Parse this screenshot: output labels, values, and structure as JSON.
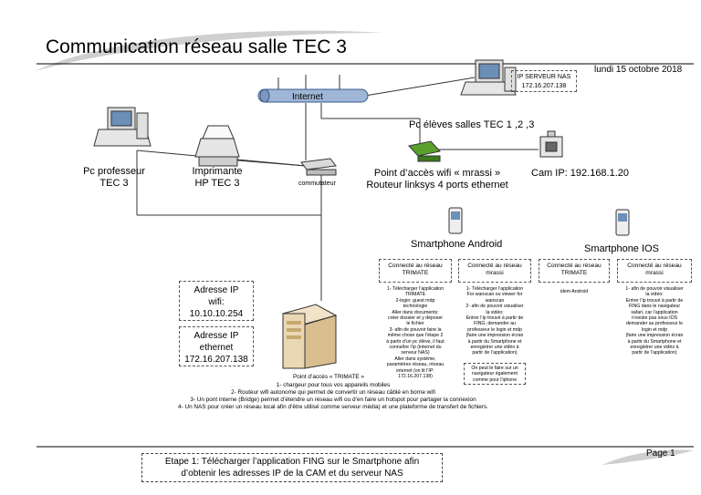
{
  "title": "Communication réseau salle TEC 3",
  "date": "lundi 15 octobre 2018",
  "nas_ip_label": "IP SERVEUR NAS\n172.16.207.138",
  "internet_label": "Internet",
  "pc_eleves": "Pc élèves salles TEC 1 ,2 ,3",
  "pc_prof": "Pc professeur\nTEC 3",
  "imprimante": "Imprimante\nHP TEC 3",
  "commutateur": "commutateur",
  "wifi_ap": "Point d’accès wifi « mrassi »\nRouteur linksys 4 ports ethernet",
  "cam": "Cam IP: 192.168.1.20",
  "smartphone_android": "Smartphone Android",
  "smartphone_ios": "Smartphone IOS",
  "android_col1_header": "Connecté au réseau\nTRIMATE",
  "android_col2_header": "Connecté au réseau\nmrassi",
  "ios_col1_header": "Connecté au réseau\nTRIMATE",
  "ios_col2_header": "Connecté au réseau\nmrassi",
  "android_col1_text": "1- Télécharger l’application\nTRIMATE\n2-login: guest mdp\ntechnologie\nAller dans documents:\ncréer dossier et y déposer\nle fichier\n3- afin de pouvoir faire la\nmême chose que l’étape 2\nà partir d’un pc élève, il faut\nconnaître l’ip (internet du\nserveur NAS)\nAller dans système,\nparamètres réseau, réseau\ninternet (on lit l’IP:\n172.16.207.138)",
  "android_col2_text": "1- Télécharger l’application\nFor wanscan ou viewer for\nwanscan\n2- afin de pouvoir visualiser\nla vidéo:\nEntrer l’ip trouvé à partir de\nFING, demander au\nprofesseur le login et mdp\n(faire une impression écran\nà partir du Smartphone et\nenregistrer une vidéo à\npartir de l’application)",
  "android_col2_note": "On peut le faire sur un\nnavigateur également\ncomme pour l’iphone",
  "ios_col1_text": "idem Android",
  "ios_col2_text": "1- afin de pouvoir visualiser\nla vidéo:\nEntrer l’ip trouvé à partir de\nFING dans le navigateur\nsafari, car l’application\nn’existe pas sous IOS\ndemander au professeur le\nlogin et mdp\n(faire une impression écran\nà partir du Smartphone et\nenregistrer une vidéo à\npartir de l’application)",
  "adresse_wifi": "Adresse IP\nwifi:\n10.10.10.254",
  "adresse_eth": "Adresse IP\nethernet\n172.16.207.138",
  "nas_title": "Point d’accès « TRIMATE »",
  "nas_list": [
    "1- chargeur pour tous vos appareils mobiles",
    "2- Routeur wifi autonome qui permet de convertir un réseau câblé en borne wifi",
    "3- Un pont interne (Bridge) permet d’étendre un réseau wifi ou d’en faire un hotspot pour partager la connexion",
    "4- Un NAS pour créer un réseau local afin d’être utilisé comme serveur média) et une plateforme de transfert de fichiers."
  ],
  "etape": "Etape 1: Télécharger l’application FING sur le Smartphone afin\nd’obtenir les adresses IP de la CAM et du serveur NAS",
  "page": "Page 1",
  "colors": {
    "network_bar": "#9fb6d6",
    "network_bar_edge": "#3a5a8c",
    "swoosh": "#c8c8c8",
    "device_green": "#5aa02c"
  }
}
